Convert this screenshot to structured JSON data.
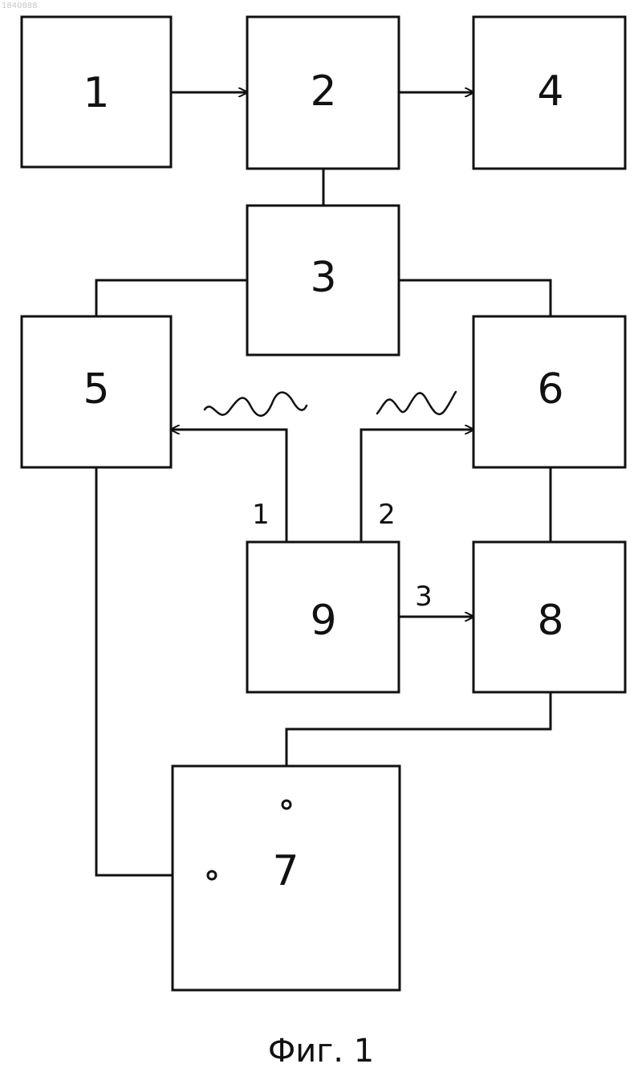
{
  "header_mark": "1840888",
  "blocks": {
    "b1": "1",
    "b2": "2",
    "b3": "3",
    "b4": "4",
    "b5": "5",
    "b6": "6",
    "b7": "7",
    "b8": "8",
    "b9": "9"
  },
  "ports": {
    "p1": "1",
    "p2": "2",
    "p3": "3"
  },
  "caption": "Фиг. 1"
}
